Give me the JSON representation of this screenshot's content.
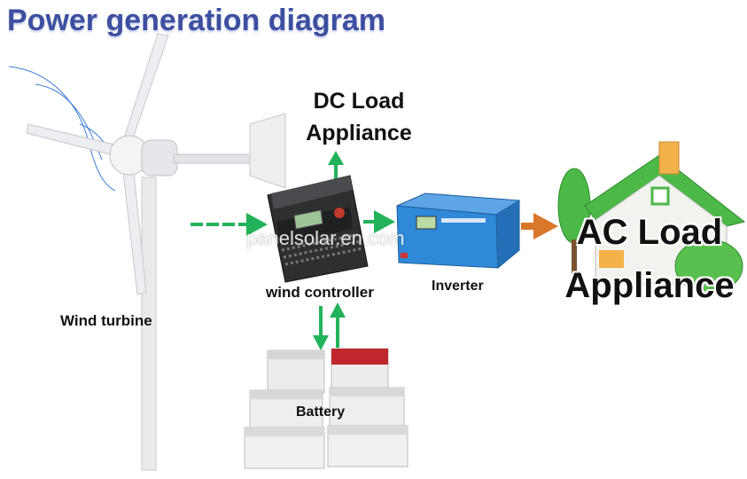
{
  "title": "Power generation diagram",
  "nodes": {
    "wind_turbine": "Wind turbine",
    "wind_controller": "wind controller",
    "inverter": "Inverter",
    "battery": "Battery"
  },
  "dc_load": [
    "DC Load",
    "Appliance"
  ],
  "ac_load": [
    "AC Load",
    "Appliance"
  ],
  "watermark": "panelsolar.en.com",
  "colors": {
    "title": "#3d4fa0",
    "arrow_green": "#22b35a",
    "arrow_orange": "#d9772b",
    "inverter_blue": "#2f88d8",
    "house_green": "#4cb848"
  }
}
